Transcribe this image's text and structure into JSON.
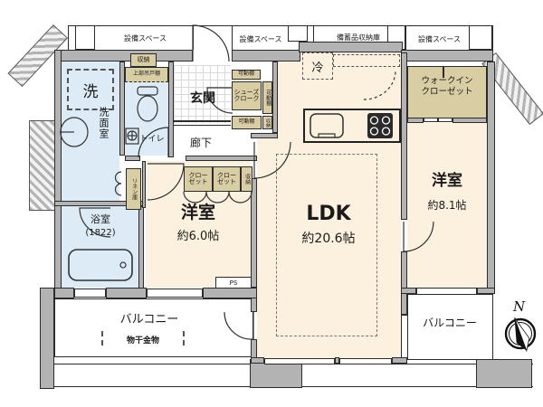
{
  "plan": {
    "type": "japanese-apartment-floor-plan",
    "colors": {
      "floor_cream": "#fbf1de",
      "wet_area_blue": "#dcebf5",
      "storage_tan": "#d9cda4",
      "wall_gray": "#b3b3b3",
      "line": "#2b2b2b"
    },
    "top_labels": [
      "設備スペース",
      "設備スペース",
      "備蓄品収納庫",
      "設備スペース"
    ],
    "rooms": {
      "entrance": {
        "name": "玄関"
      },
      "hallway": {
        "name": "廊下"
      },
      "washroom": {
        "name": "洗面室"
      },
      "toilet": {
        "name": "トイレ"
      },
      "bathroom": {
        "name": "浴室",
        "size": "(1822)"
      },
      "bedroom_west": {
        "name": "洋室",
        "area": "約6.0帖"
      },
      "ldk": {
        "name": "LDK",
        "area": "約20.6帖"
      },
      "bedroom_east": {
        "name": "洋室",
        "area": "約8.1帖"
      },
      "wic": {
        "line1": "ウォークイン",
        "line2": "クローゼット"
      },
      "balcony_south": {
        "name": "バルコニー",
        "note": "物干金物"
      },
      "balcony_east": {
        "name": "バルコニー"
      }
    },
    "fixtures": {
      "washer": "洗",
      "fridge": "冷",
      "upper_cabinet": "上部吊戸棚",
      "storage": "収納",
      "movable_shelf": "可動棚",
      "shoes": {
        "line1": "シューズ",
        "line2": "クローク"
      },
      "linen": "リネン庫",
      "closet": {
        "line1": "クロー",
        "line2": "ゼット"
      },
      "ps": "PS"
    },
    "compass": {
      "north": "N"
    }
  }
}
